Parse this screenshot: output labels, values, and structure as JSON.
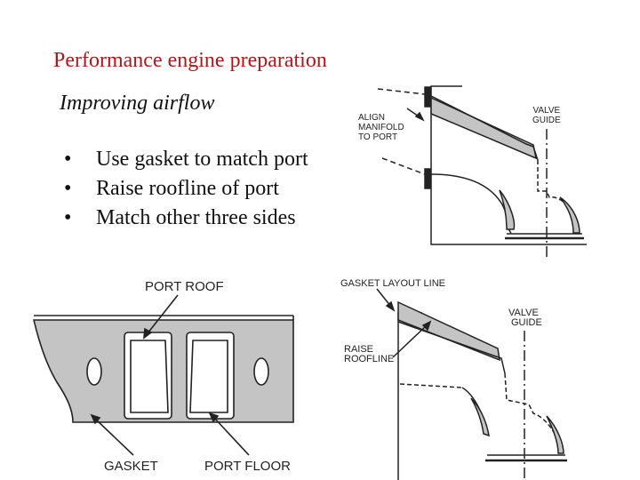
{
  "slide": {
    "title": "Performance engine preparation",
    "subtitle": "Improving airflow",
    "bullets": [
      {
        "text": "Use gasket to match port"
      },
      {
        "text": "Raise roofline of port"
      },
      {
        "text": "Match other three sides"
      }
    ]
  },
  "diagrams": {
    "top_right": {
      "align_label_1": "ALIGN",
      "align_label_2": "MANIFOLD",
      "align_label_3": "TO PORT",
      "valve_guide_1": "VALVE",
      "valve_guide_2": "GUIDE"
    },
    "gasket": {
      "port_roof": "PORT ROOF",
      "gasket": "GASKET",
      "port_floor": "PORT FLOOR"
    },
    "bottom_right": {
      "layout_line": "GASKET LAYOUT LINE",
      "valve_guide_1": "VALVE",
      "valve_guide_2": "GUIDE",
      "raise_1": "RAISE",
      "raise_2": "ROOFLINE"
    }
  },
  "colors": {
    "title": "#b01818",
    "shade": "#c4c4c4"
  }
}
